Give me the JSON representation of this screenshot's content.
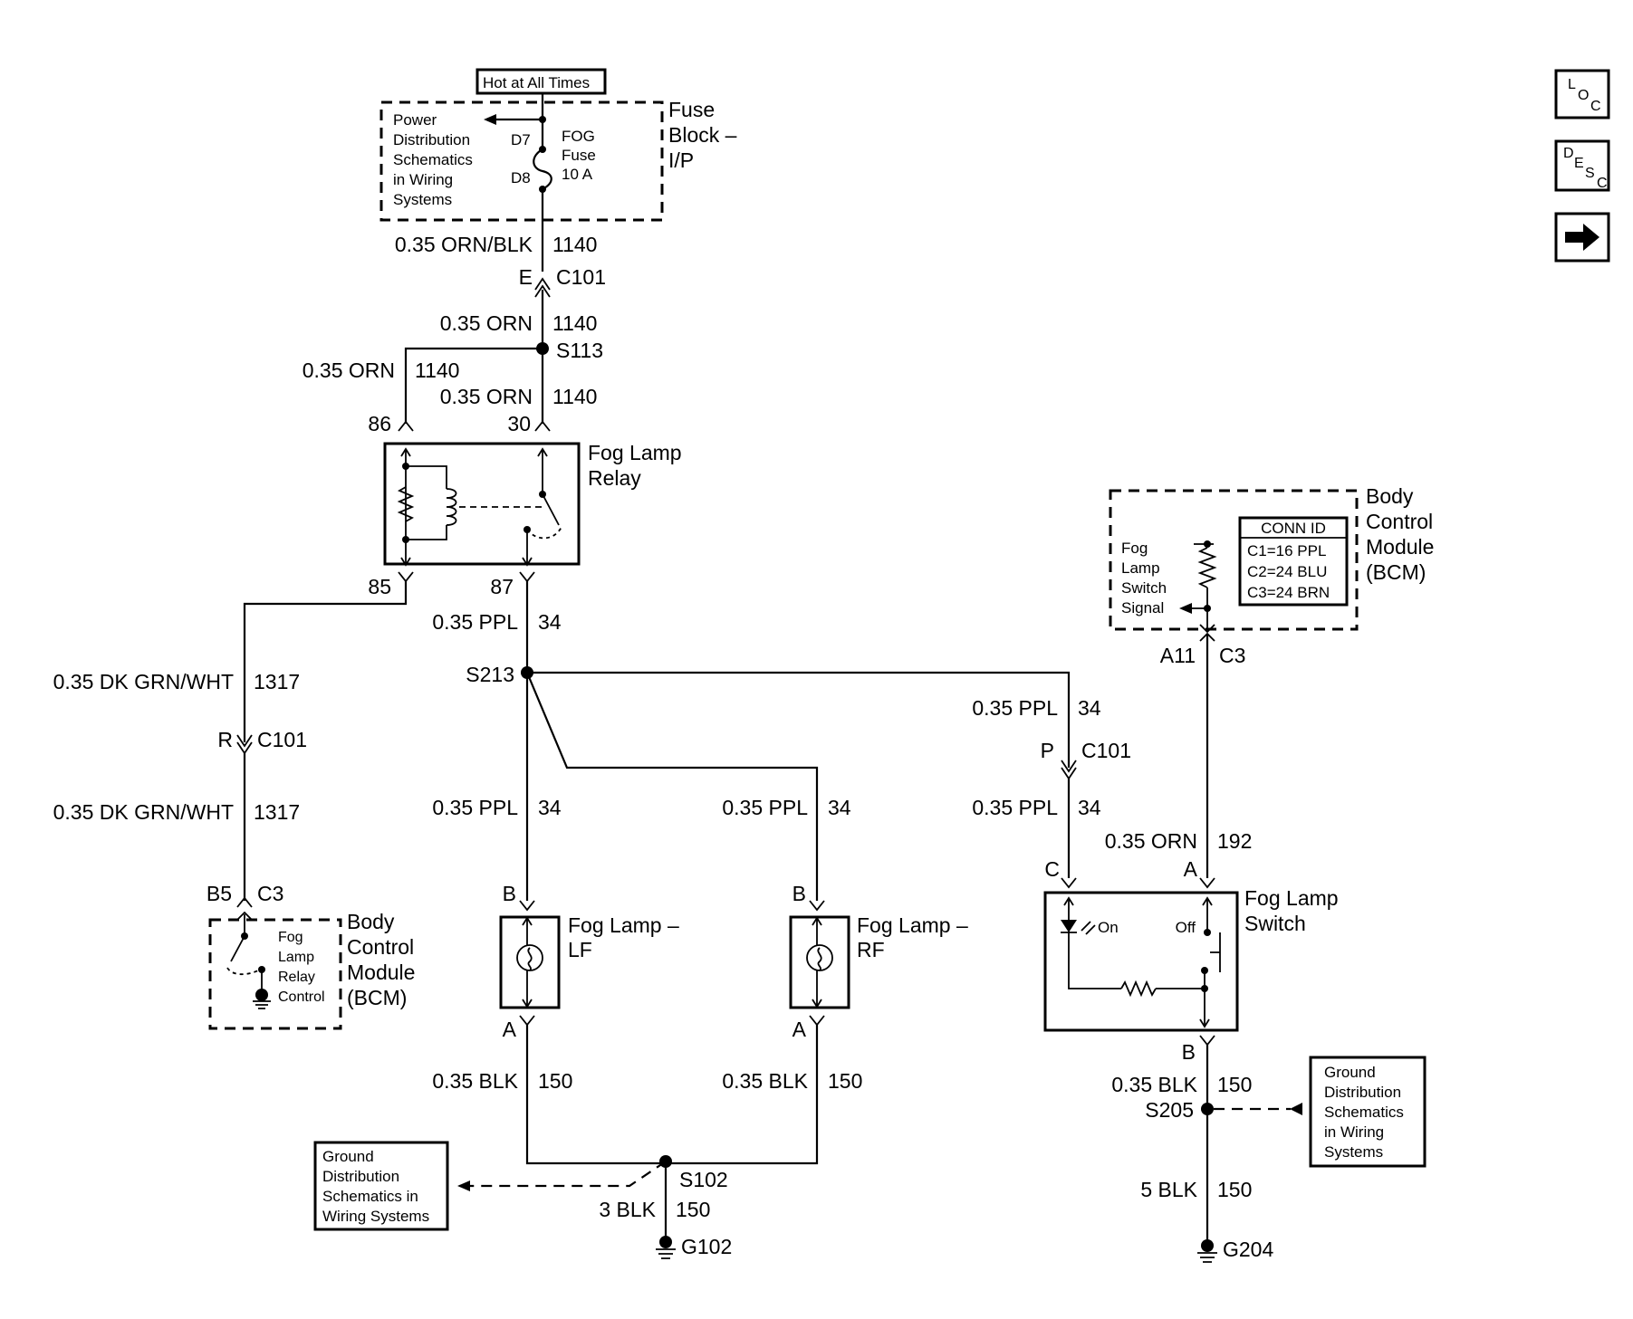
{
  "nav": {
    "loc": "LOC",
    "desc": "DESC",
    "next": "next-arrow-icon"
  },
  "fuse_block": {
    "hot_label": "Hot at All Times",
    "power_ref": [
      "Power",
      "Distribution",
      "Schematics",
      "in Wiring",
      "Systems"
    ],
    "pin_top": "D7",
    "pin_bottom": "D8",
    "fuse": [
      "FOG",
      "Fuse",
      "10 A"
    ],
    "title": [
      "Fuse",
      "Block –",
      "I/P"
    ]
  },
  "wires": {
    "w1140_a": "0.35 ORN/BLK",
    "c1140_a": "1140",
    "c101_e_pin": "E",
    "c101_e": "C101",
    "w1140_b": "0.35 ORN",
    "c1140_b": "1140",
    "s113": "S113",
    "w1140_c": "0.35 ORN",
    "c1140_c": "1140",
    "w1140_d": "0.35 ORN",
    "c1140_d": "1140",
    "w34_a": "0.35 PPL",
    "c34_a": "34",
    "s213": "S213",
    "w1317_a": "0.35 DK GRN/WHT",
    "c1317_a": "1317",
    "c101_r_pin": "R",
    "c101_r": "C101",
    "w1317_b": "0.35 DK GRN/WHT",
    "c1317_b": "1317",
    "w34_lf": "0.35 PPL",
    "c34_lf": "34",
    "w34_rf": "0.35 PPL",
    "c34_rf": "34",
    "w34_sw1": "0.35 PPL",
    "c34_sw1": "34",
    "c101_p_pin": "P",
    "c101_p": "C101",
    "w34_sw2": "0.35 PPL",
    "c34_sw2": "34",
    "w192": "0.35 ORN",
    "c192": "192",
    "a11": "A11",
    "c3_bcm_r": "C3",
    "b5": "B5",
    "c3_bcm_l": "C3",
    "w150_lf": "0.35 BLK",
    "c150_lf": "150",
    "w150_rf": "0.35 BLK",
    "c150_rf": "150",
    "s102": "S102",
    "w150_g102": "3 BLK",
    "c150_g102": "150",
    "g102": "G102",
    "w150_sw": "0.35 BLK",
    "c150_sw": "150",
    "s205": "S205",
    "w150_g204": "5 BLK",
    "c150_g204": "150",
    "g204": "G204"
  },
  "relay": {
    "title": [
      "Fog Lamp",
      "Relay"
    ],
    "p86": "86",
    "p30": "30",
    "p85": "85",
    "p87": "87"
  },
  "bcm_left": {
    "label": [
      "Fog",
      "Lamp",
      "Relay",
      "Control"
    ],
    "title": [
      "Body",
      "Control",
      "Module",
      "(BCM)"
    ]
  },
  "bcm_right": {
    "label": [
      "Fog",
      "Lamp",
      "Switch",
      "Signal"
    ],
    "conn_header": "CONN ID",
    "conn": [
      "C1=16 PPL",
      "C2=24 BLU",
      "C3=24 BRN"
    ],
    "title": [
      "Body",
      "Control",
      "Module",
      "(BCM)"
    ]
  },
  "lamp_lf": {
    "title": [
      "Fog Lamp –",
      "LF"
    ],
    "pin_b": "B",
    "pin_a": "A"
  },
  "lamp_rf": {
    "title": [
      "Fog Lamp –",
      "RF"
    ],
    "pin_b": "B",
    "pin_a": "A"
  },
  "switch": {
    "title": [
      "Fog Lamp",
      "Switch"
    ],
    "pin_c": "C",
    "pin_a": "A",
    "pin_b": "B",
    "on": "On",
    "off": "Off"
  },
  "ground_left": [
    "Ground",
    "Distribution",
    "Schematics in",
    "Wiring Systems"
  ],
  "ground_right": [
    "Ground",
    "Distribution",
    "Schematics",
    "in Wiring",
    "Systems"
  ]
}
